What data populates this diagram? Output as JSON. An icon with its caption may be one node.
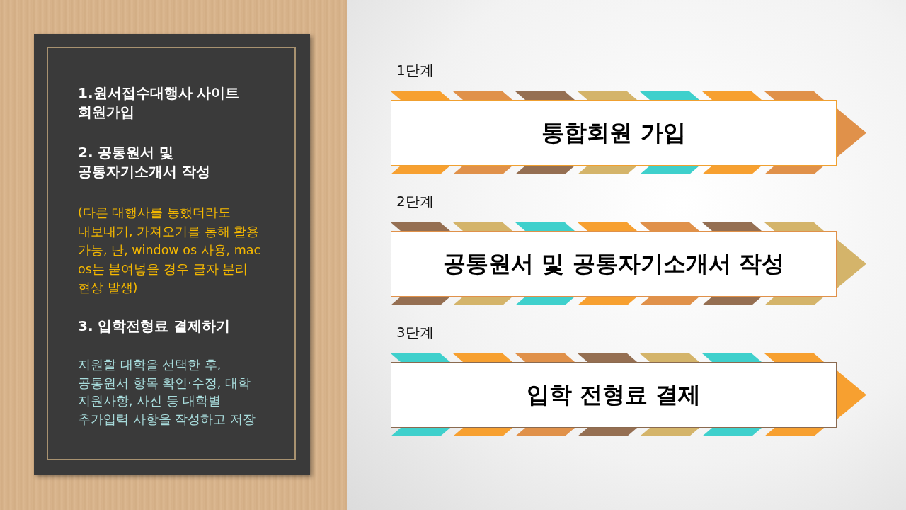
{
  "diagram": {
    "nodes": [
      {
        "text": [
          "1.원서접수대행사 사이트 회원가입",
          "2. 공통원서 및 공통자기소개서 작성",
          "(다른 대행사를 통했더라도 내보내기, 가져오기를 통해 활용 가능, 단, window os 사용, mac os는 붙여넣을 경우 글자 분리 현상 발생)",
          "3. 입학전형료 결제하기",
          "지원할 대학을 선택한 후, 공통원서 항목 확인·수정, 대학 지원사항, 사진 등 대학별 추가입력 사항을 작성하고 저장"
        ]
      },
      {
        "text": [
          "통합회원 가입"
        ],
        "beside": [
          "1단계"
        ]
      },
      {
        "text": [
          "공통원서 및 공통자기소개서 작성"
        ],
        "beside": [
          "2단계"
        ]
      },
      {
        "text": [
          "입학 전형료 결제"
        ],
        "beside": [
          "3단계"
        ]
      }
    ]
  }
}
